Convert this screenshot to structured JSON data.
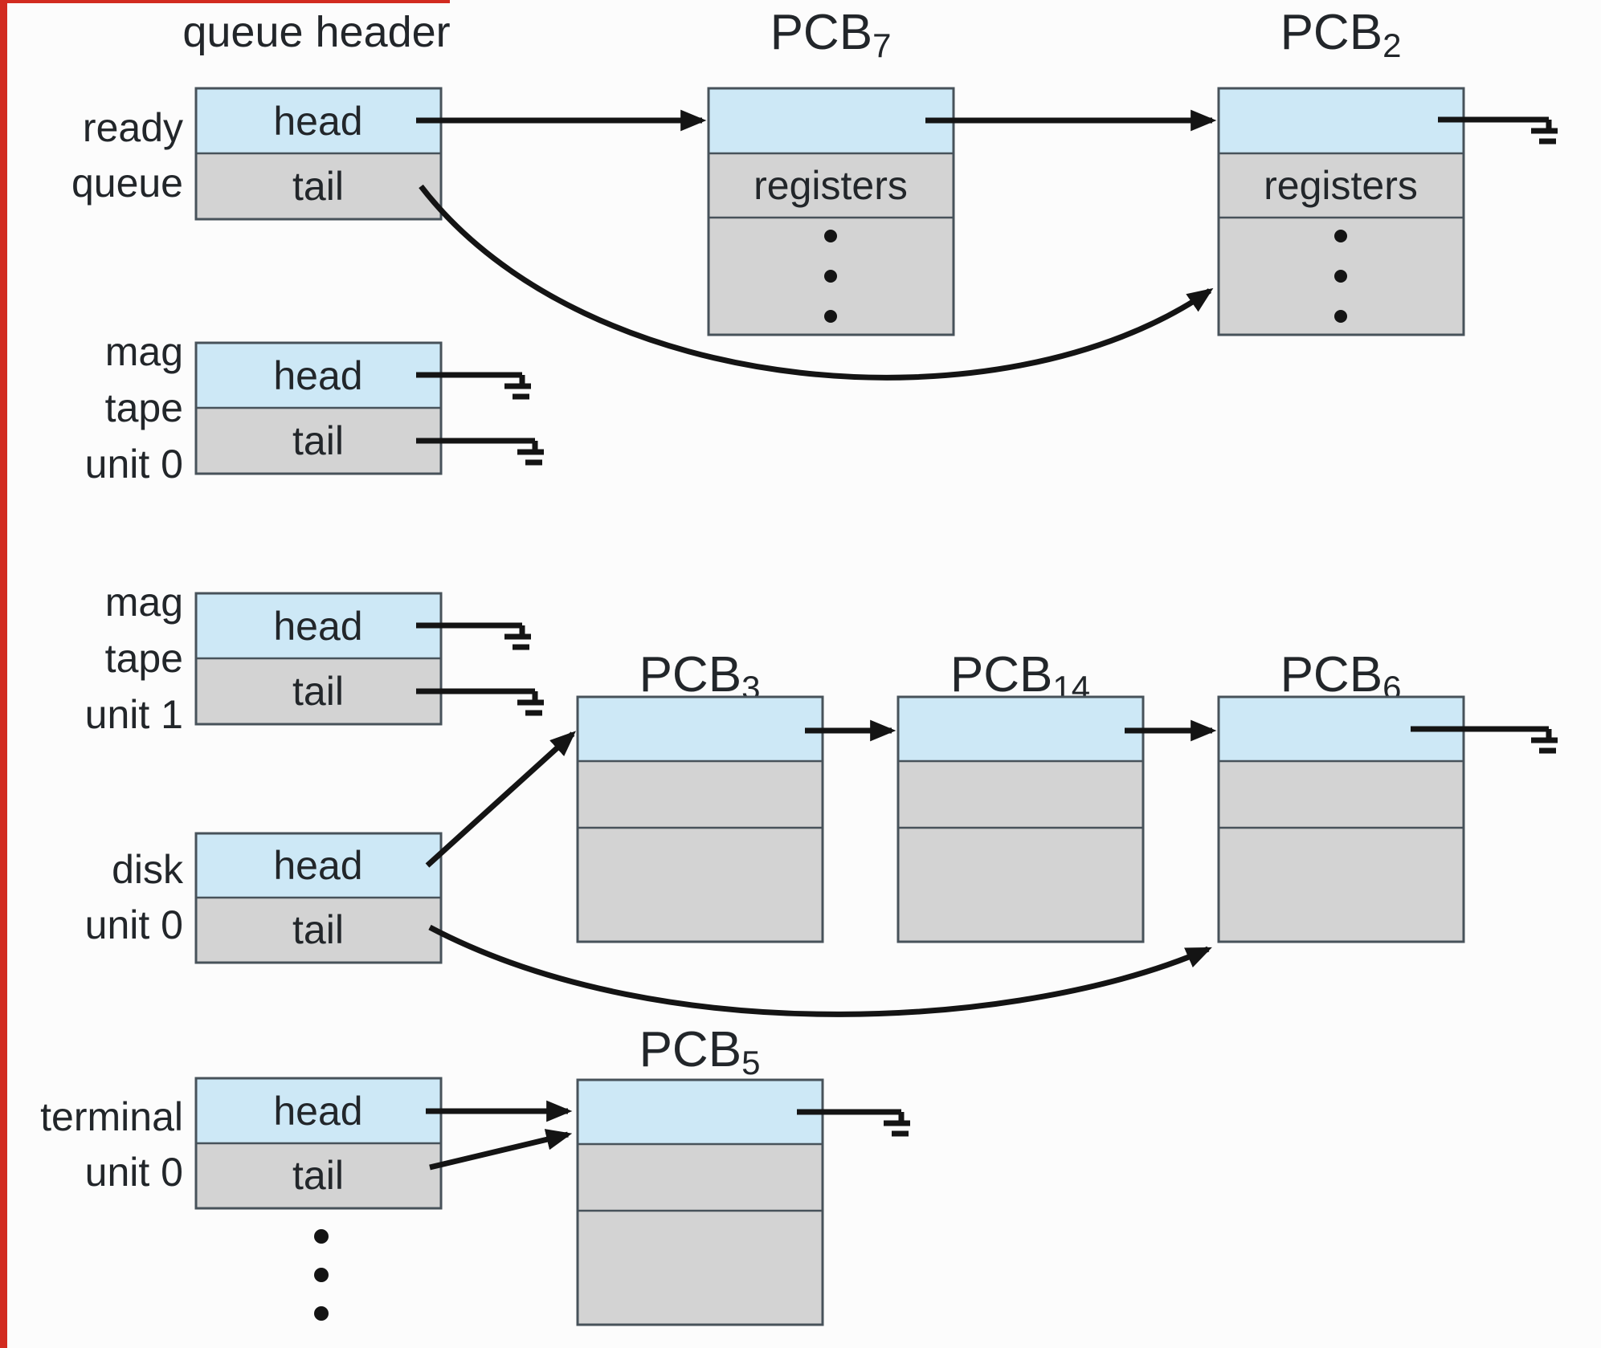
{
  "figure": {
    "queue_header_label": "queue header"
  },
  "queues": [
    {
      "id": "ready-queue",
      "label_lines": [
        "ready",
        "queue"
      ],
      "head_label": "head",
      "tail_label": "tail"
    },
    {
      "id": "mag-tape-unit-0",
      "label_lines": [
        "mag",
        "tape",
        "unit 0"
      ],
      "head_label": "head",
      "tail_label": "tail"
    },
    {
      "id": "mag-tape-unit-1",
      "label_lines": [
        "mag",
        "tape",
        "unit 1"
      ],
      "head_label": "head",
      "tail_label": "tail"
    },
    {
      "id": "disk-unit-0",
      "label_lines": [
        "disk",
        "unit 0"
      ],
      "head_label": "head",
      "tail_label": "tail"
    },
    {
      "id": "terminal-unit-0",
      "label_lines": [
        "terminal",
        "unit 0"
      ],
      "head_label": "head",
      "tail_label": "tail"
    }
  ],
  "pcbs": [
    {
      "id": "pcb7",
      "label_base": "PCB",
      "label_sub": "7",
      "registers_label": "registers"
    },
    {
      "id": "pcb2",
      "label_base": "PCB",
      "label_sub": "2",
      "registers_label": "registers"
    },
    {
      "id": "pcb3",
      "label_base": "PCB",
      "label_sub": "3"
    },
    {
      "id": "pcb14",
      "label_base": "PCB",
      "label_sub": "14"
    },
    {
      "id": "pcb6",
      "label_base": "PCB",
      "label_sub": "6"
    },
    {
      "id": "pcb5",
      "label_base": "PCB",
      "label_sub": "5"
    }
  ],
  "colors": {
    "cell_blue": "#cde8f6",
    "cell_gray": "#d3d3d3",
    "border": "#47525a",
    "line": "#141414",
    "text": "#22262a",
    "background": "#fcfcfc",
    "red_edge": "#d22b20"
  }
}
